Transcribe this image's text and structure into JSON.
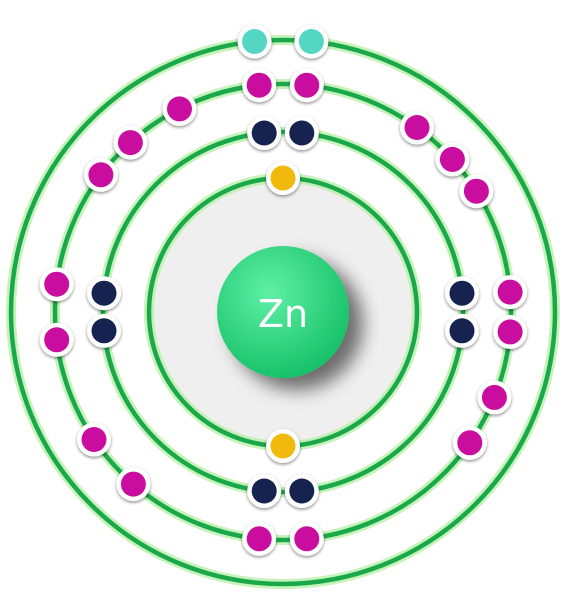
{
  "element": {
    "symbol": "Zn"
  },
  "colors": {
    "shell_stroke": "#1aa84b",
    "shell_glow": "#b7f0a8",
    "nucleus_fill": "#19c26a",
    "nucleus_highlight": "#5ff0a6",
    "core_fill": "#efefef",
    "electron_shell1": "#f2b90a",
    "electron_shell2": "#14204f",
    "electron_shell3": "#c8119f",
    "electron_shell4": "#52d6c2"
  },
  "shells": [
    {
      "level": 1,
      "electrons": 2,
      "color_key": "electron_shell1"
    },
    {
      "level": 2,
      "electrons": 8,
      "color_key": "electron_shell2"
    },
    {
      "level": 3,
      "electrons": 18,
      "color_key": "electron_shell3"
    },
    {
      "level": 4,
      "electrons": 2,
      "color_key": "electron_shell4"
    }
  ]
}
